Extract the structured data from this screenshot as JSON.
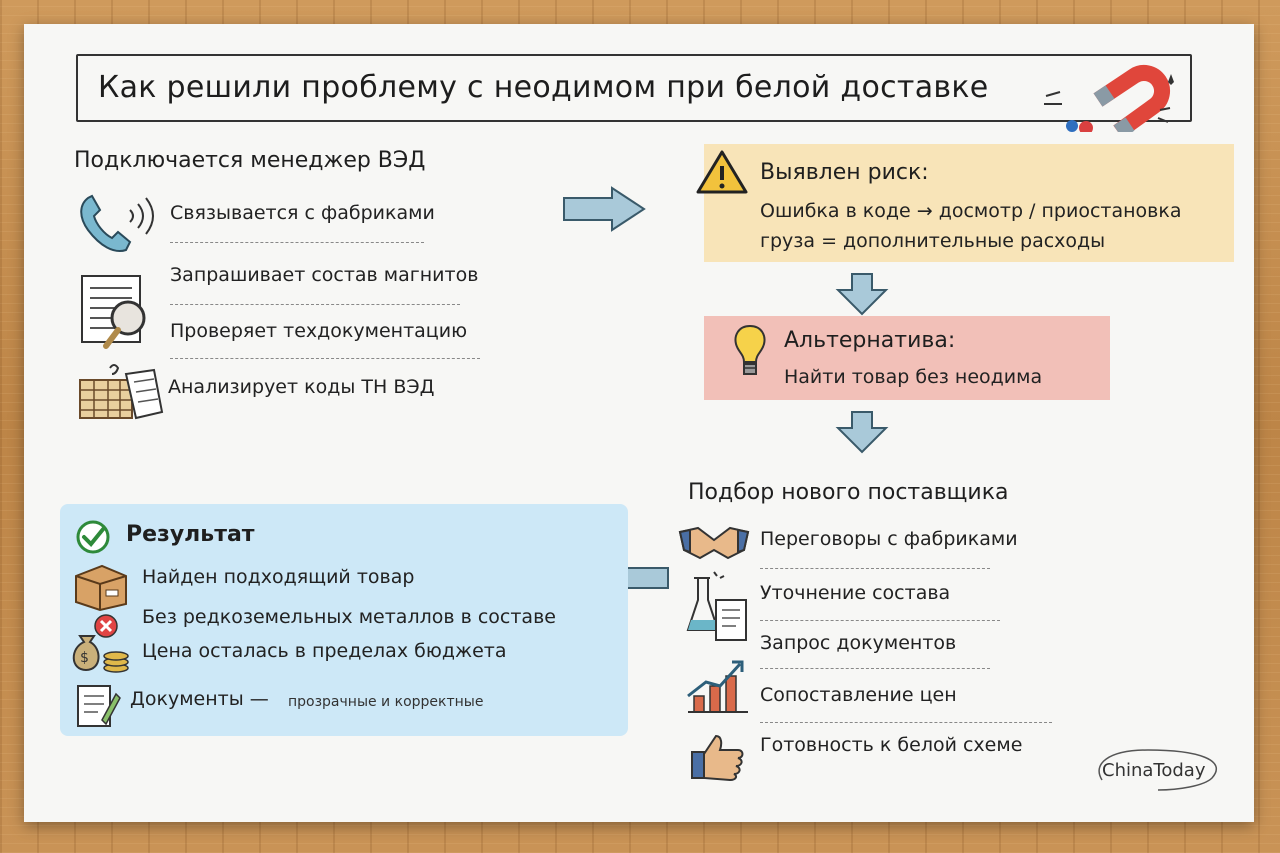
{
  "title": "Как решили проблему с неодимом при белой доставке",
  "manager": {
    "heading": "Подключается менеджер ВЭД",
    "items": [
      {
        "label": "Связывается с фабриками",
        "icon": "phone-icon"
      },
      {
        "label": "Запрашивает состав магнитов",
        "icon": "document-magnifier-icon"
      },
      {
        "label": "Проверяет техдокументацию",
        "icon": "document-magnifier-icon"
      },
      {
        "label": "Анализирует коды ТН ВЭД",
        "icon": "table-document-icon"
      }
    ]
  },
  "risk": {
    "heading": "Выявлен риск:",
    "line1": "Ошибка в коде → досмотр / приостановка",
    "line2": "груза = дополнительные расходы",
    "icon": "warning-icon"
  },
  "alternative": {
    "heading": "Альтернатива:",
    "text": "Найти товар без неодима",
    "icon": "lightbulb-icon"
  },
  "supplier": {
    "heading": "Подбор нового поставщика",
    "items": [
      {
        "label": "Переговоры с фабриками",
        "icon": "handshake-icon"
      },
      {
        "label": "Уточнение состава",
        "icon": "flask-icon"
      },
      {
        "label": "Запрос документов",
        "icon": "flask-icon"
      },
      {
        "label": "Сопоставление цен",
        "icon": "bar-chart-icon"
      },
      {
        "label": "Готовность к белой схеме",
        "icon": "thumbs-up-icon"
      }
    ]
  },
  "result": {
    "heading": "Результат",
    "items": [
      {
        "label": "Найден подходящий товар",
        "icon": "box-icon"
      },
      {
        "label": "Без редкоземельных металлов в составе",
        "icon": "money-bag-icon"
      },
      {
        "label": "Цена осталась в пределах бюджета",
        "icon": "money-bag-icon"
      }
    ],
    "docs_label": "Документы —",
    "docs_note": "прозрачные и корректные",
    "icon": "checkmark-icon"
  },
  "brand": "ChinaToday",
  "colors": {
    "risk_bg": "#f8e4b8",
    "alternative_bg": "#f2c0b8",
    "result_bg": "#cde8f7",
    "arrow": "#a9c9d9"
  }
}
